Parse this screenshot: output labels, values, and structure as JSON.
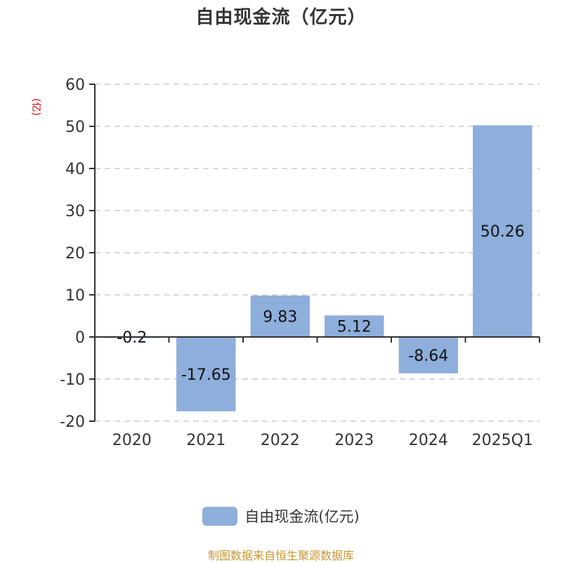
{
  "title": "自由现金流（亿元）",
  "unit_label": "(亿)",
  "legend": {
    "label": "自由现金流(亿元)",
    "color": "#8eaedb"
  },
  "source": "制图数据来自恒生聚源数据库",
  "colors": {
    "bar": "#8eaedb",
    "axis": "#333333",
    "grid": "#cccccc",
    "unit": "#e00000",
    "source": "#c8962e"
  },
  "chart_data": {
    "type": "bar",
    "title": "自由现金流（亿元）",
    "xlabel": "",
    "ylabel": "(亿)",
    "categories": [
      "2020",
      "2021",
      "2022",
      "2023",
      "2024",
      "2025Q1"
    ],
    "series": [
      {
        "name": "自由现金流(亿元)",
        "values": [
          -0.2,
          -17.65,
          9.83,
          5.12,
          -8.64,
          50.26
        ]
      }
    ],
    "value_labels": [
      "-0.2",
      "-17.65",
      "9.83",
      "5.12",
      "-8.64",
      "50.26"
    ],
    "ylim": [
      -20,
      60
    ],
    "yticks": [
      60,
      50,
      40,
      30,
      20,
      10,
      0,
      -10,
      -20
    ],
    "grid": true,
    "grid_style": "dashed",
    "legend_position": "bottom"
  }
}
